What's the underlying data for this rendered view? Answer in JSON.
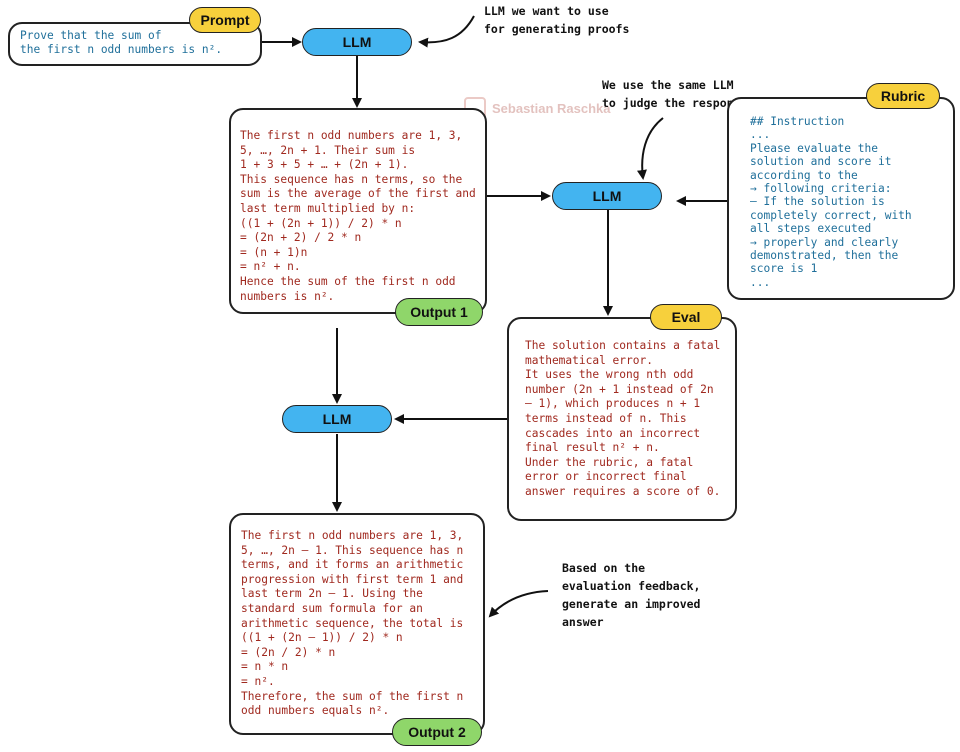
{
  "prompt": {
    "tag": "Prompt",
    "text": "Prove that the sum of\nthe first n odd numbers is n²."
  },
  "llm_label": "LLM",
  "notes": {
    "llm_use": "LLM we want to use\nfor generating proofs",
    "same_llm": "We use the same LLM\nto judge the response",
    "feedback": "Based on the\nevaluation feedback,\ngenerate an improved\nanswer"
  },
  "output1": {
    "tag": "Output 1",
    "text": "The first n odd numbers are 1, 3,\n5, …, 2n + 1. Their sum is\n1 + 3 + 5 + … + (2n + 1).\nThis sequence has n terms, so the\nsum is the average of the first and\nlast term multiplied by n:\n((1 + (2n + 1)) / 2) * n\n= (2n + 2) / 2 * n\n= (n + 1)n\n= n² + n.\nHence the sum of the first n odd\nnumbers is n²."
  },
  "rubric": {
    "tag": "Rubric",
    "text": "## Instruction\n...\nPlease evaluate the\nsolution and score it\naccording to the\n→ following criteria:\n– If the solution is\ncompletely correct, with\nall steps executed\n→ properly and clearly\ndemonstrated, then the\nscore is 1\n..."
  },
  "eval": {
    "tag": "Eval",
    "text": "The solution contains a fatal\nmathematical error.\nIt uses the wrong nth odd\nnumber (2n + 1 instead of 2n\n– 1), which produces n + 1\nterms instead of n. This\ncascades into an incorrect\nfinal result n² + n.\nUnder the rubric, a fatal\nerror or incorrect final\nanswer requires a score of 0."
  },
  "output2": {
    "tag": "Output 2",
    "text": "The first n odd numbers are 1, 3,\n5, …, 2n – 1. This sequence has n\nterms, and it forms an arithmetic\nprogression with first term 1 and\nlast term 2n – 1. Using the\nstandard sum formula for an\narithmetic sequence, the total is\n((1 + (2n – 1)) / 2) * n\n= (2n / 2) * n\n= n * n\n= n².\nTherefore, the sum of the first n\nodd numbers equals n²."
  },
  "watermark": "Sebastian Raschka",
  "colors": {
    "llm": "#43b4f0",
    "tag_yellow": "#f7d03c",
    "tag_green": "#8fd66a",
    "solution_text": "#a0291f",
    "rubric_text": "#1f6f9a"
  }
}
